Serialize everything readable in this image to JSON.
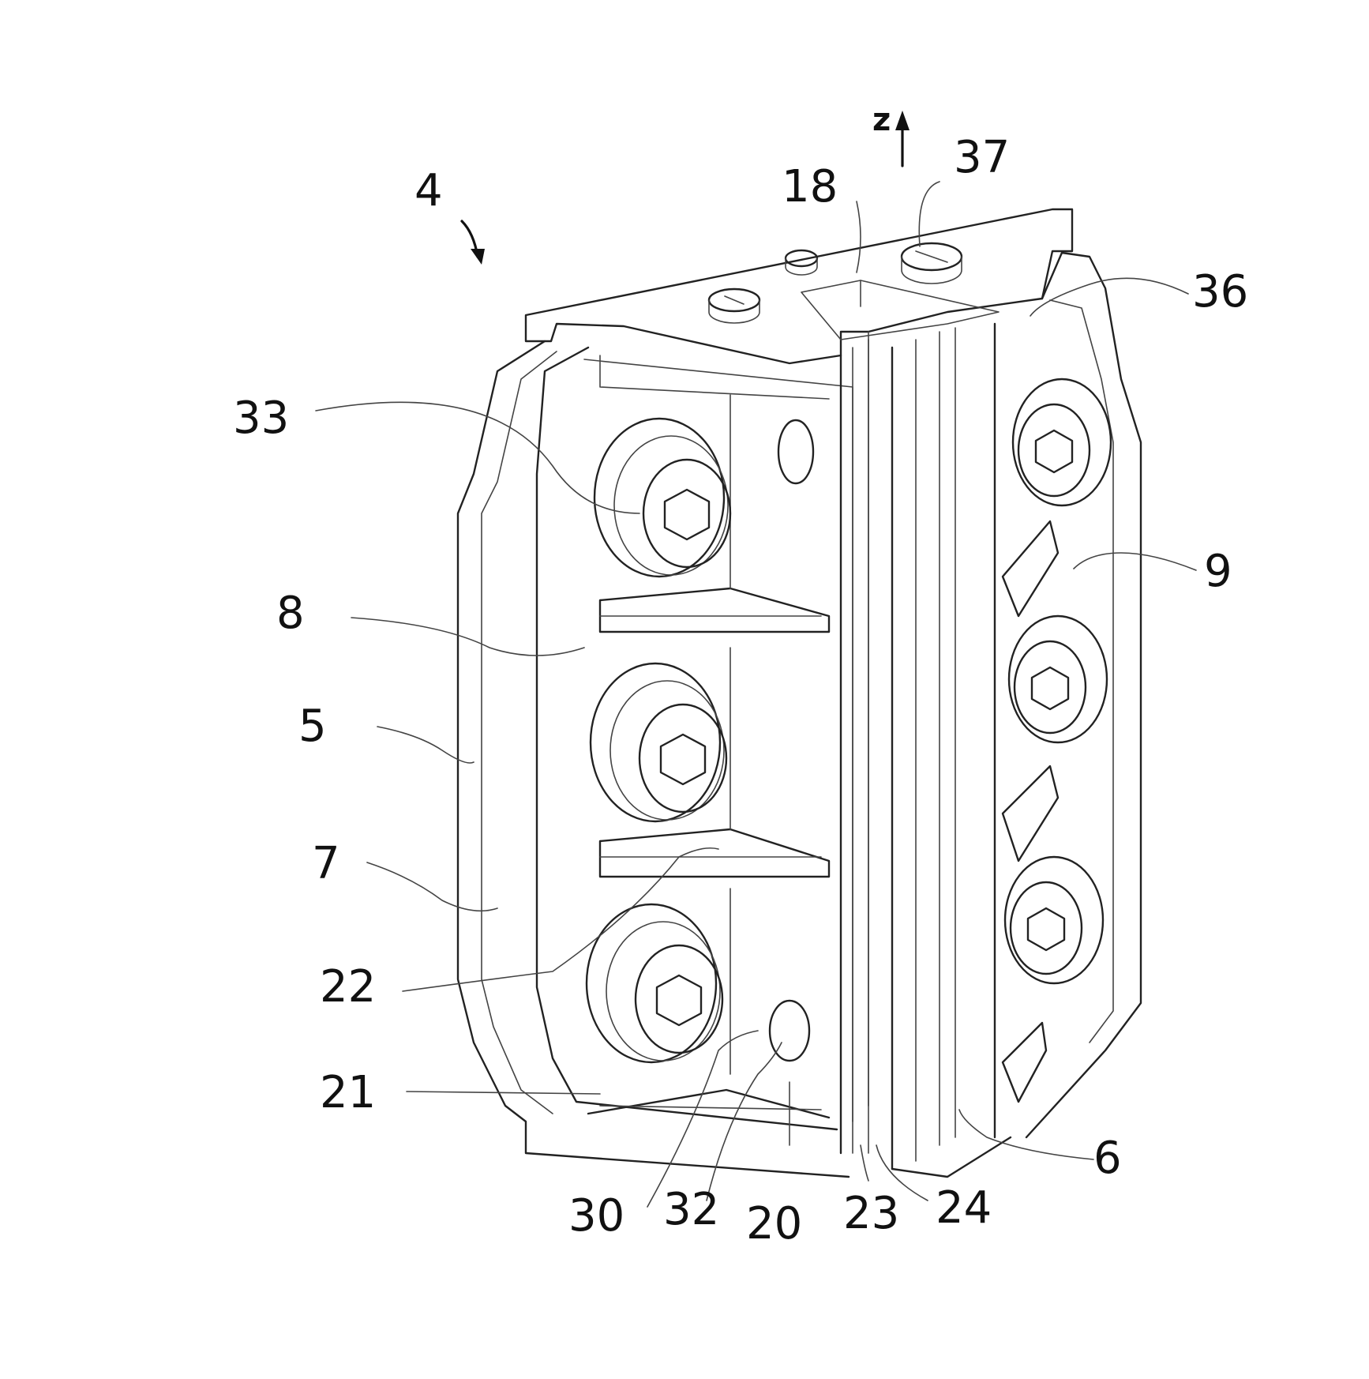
{
  "figure": {
    "refs": {
      "r4": "4",
      "r18": "18",
      "r37": "37",
      "r36": "36",
      "r33": "33",
      "r9": "9",
      "r8": "8",
      "r5": "5",
      "r7": "7",
      "r22": "22",
      "r21": "21",
      "r30": "30",
      "r32": "32",
      "r20": "20",
      "r23": "23",
      "r24": "24",
      "r6": "6"
    },
    "axis_label": "z"
  }
}
